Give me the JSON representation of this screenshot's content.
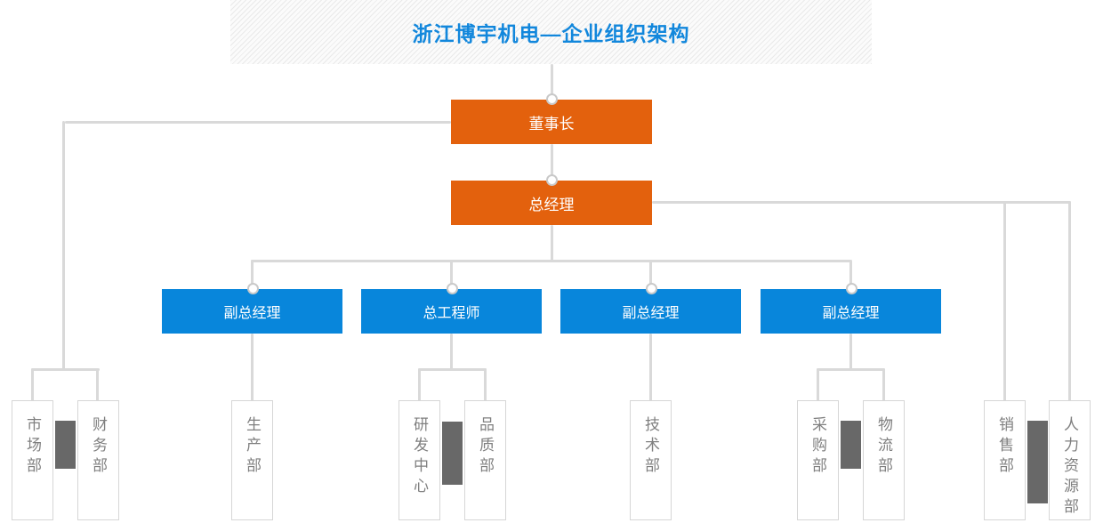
{
  "title": "浙江博宇机电—企业组织架构",
  "org": {
    "chairman": {
      "label": "董事长"
    },
    "general_manager": {
      "label": "总经理"
    },
    "executives": [
      {
        "label": "副总经理"
      },
      {
        "label": "总工程师"
      },
      {
        "label": "副总经理"
      },
      {
        "label": "副总经理"
      }
    ],
    "departments": [
      {
        "label": "市场部"
      },
      {
        "label": "财务部"
      },
      {
        "label": "生产部"
      },
      {
        "label": "研发中心"
      },
      {
        "label": "品质部"
      },
      {
        "label": "技术部"
      },
      {
        "label": "采购部"
      },
      {
        "label": "物流部"
      },
      {
        "label": "销售部"
      },
      {
        "label": "人力资源部"
      }
    ]
  },
  "colors": {
    "node_orange": "#E3610D",
    "node_blue": "#0886DB",
    "title_blue": "#1287DC",
    "connector_gray": "#D9D9D9",
    "divider_dark_gray": "#686868",
    "dept_text_gray": "#7F7F7F",
    "dept_border_gray": "#D6D6D6"
  }
}
